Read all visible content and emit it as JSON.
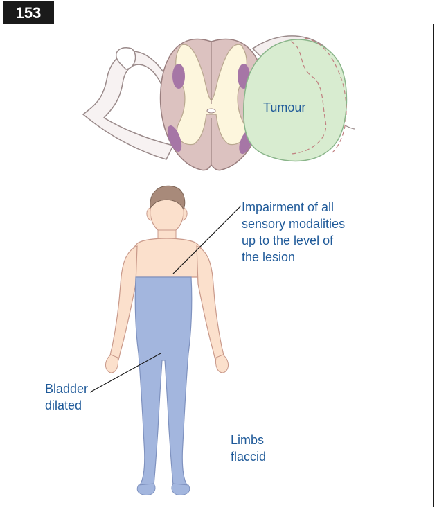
{
  "figure": {
    "number": "153"
  },
  "labels": {
    "tumour": "Tumour",
    "impairment": [
      "Impairment of all",
      "sensory modalities",
      "up to the level of",
      "the lesion"
    ],
    "bladder": [
      "Bladder",
      "dilated"
    ],
    "limbs": [
      "Limbs",
      "flaccid"
    ]
  },
  "colors": {
    "label_text": "#1f5a99",
    "grey_matter": "#fdf6dd",
    "white_matter": "#dcc2c0",
    "tumour_fill": "#d8ecd0",
    "affected_area": "#a3b6de",
    "skin": "#fbe0cc",
    "hair": "#a88a7a"
  }
}
